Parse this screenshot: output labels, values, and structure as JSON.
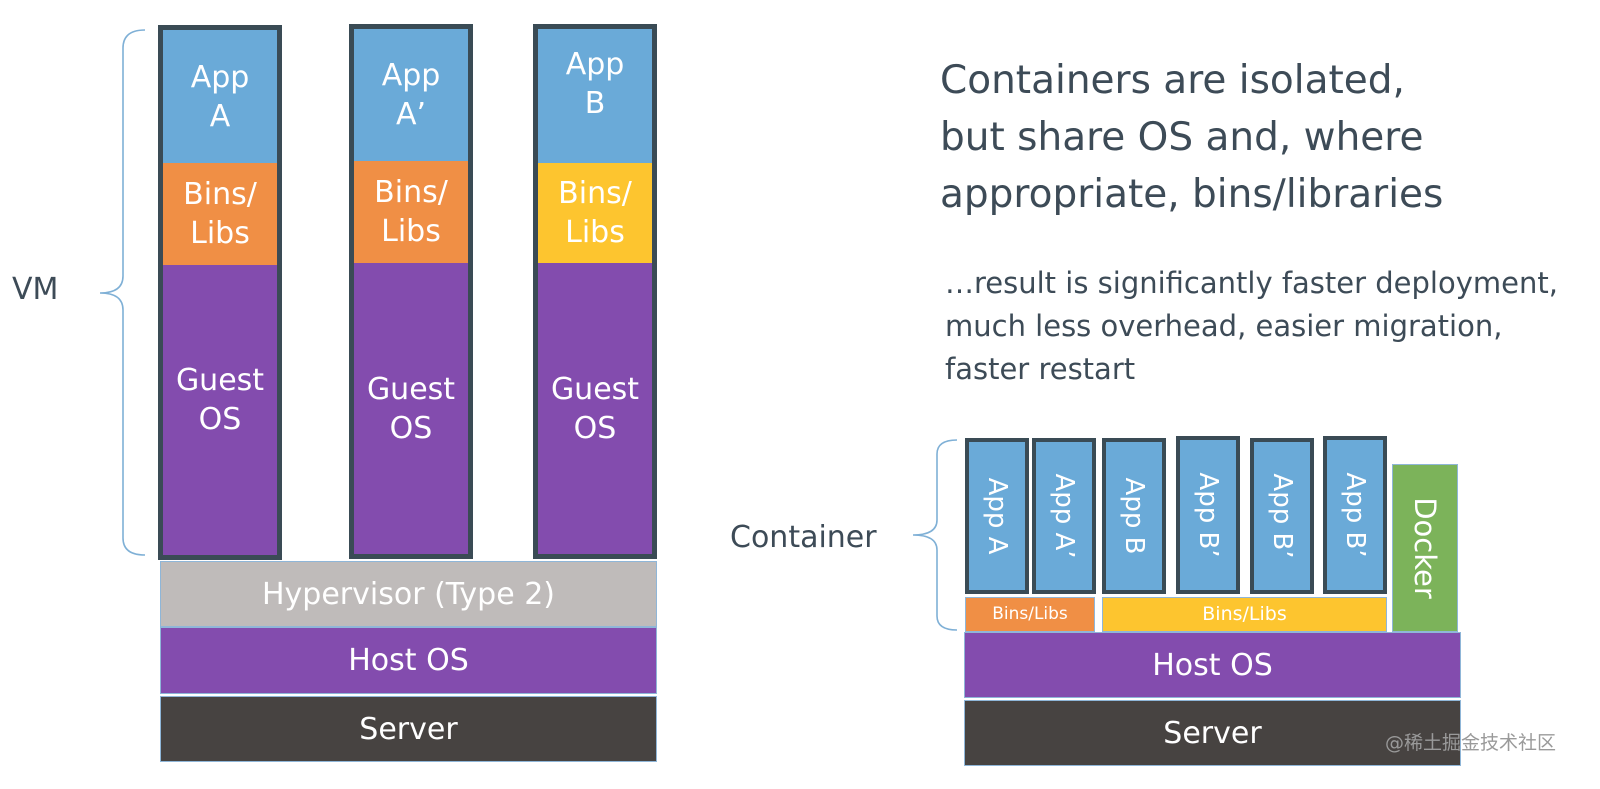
{
  "vm_stack": {
    "side_label": "VM",
    "columns": [
      {
        "app": "App\nA",
        "bins": "Bins/\nLibs",
        "guest": "Guest\nOS"
      },
      {
        "app": "App\nA’",
        "bins": "Bins/\nLibs",
        "guest": "Guest\nOS"
      },
      {
        "app": "App\nB",
        "bins": "Bins/\nLibs",
        "guest": "Guest\nOS"
      }
    ],
    "hypervisor": "Hypervisor (Type 2)",
    "host_os": "Host OS",
    "server": "Server"
  },
  "headline": "Containers are isolated,\nbut share OS and, where\nappropriate, bins/libraries",
  "subtext": "…result is significantly faster deployment,\nmuch less overhead, easier migration,\nfaster restart",
  "container_stack": {
    "side_label": "Container",
    "apps": [
      "App A",
      "App A’",
      "App B",
      "App B’",
      "App B’",
      "App B’"
    ],
    "docker": "Docker",
    "bins_a": "Bins/Libs",
    "bins_b": "Bins/Libs",
    "host_os": "Host OS",
    "server": "Server"
  },
  "watermark": "@稀土掘金技术社区",
  "colors": {
    "app": "#6aaad8",
    "bins_orange": "#f08f45",
    "bins_yellow": "#fdc52f",
    "guest_os": "#834cae",
    "hypervisor": "#bfbbba",
    "host_os": "#834cae",
    "server": "#474341",
    "docker": "#7cb35a",
    "frame": "#3a4b55",
    "text_dark": "#3d4b57"
  }
}
